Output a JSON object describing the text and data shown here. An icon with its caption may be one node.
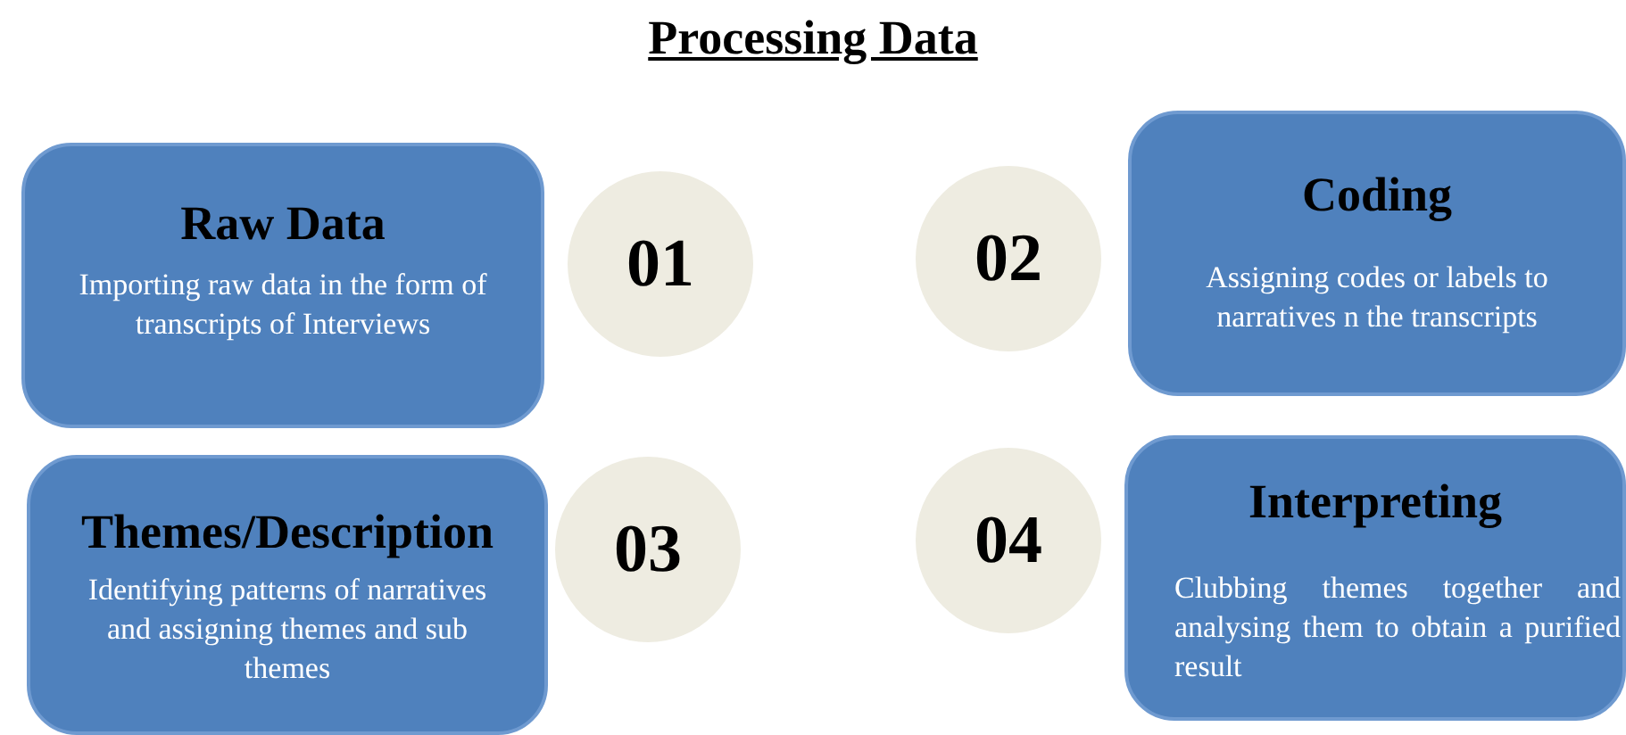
{
  "diagram": {
    "title": "Processing Data",
    "nodes": [
      {
        "text": [
          "Raw Data",
          "Importing raw data in the form of transcripts of Interviews"
        ]
      },
      {
        "text": [
          "01"
        ]
      },
      {
        "text": [
          "02"
        ]
      },
      {
        "text": [
          "Coding",
          "Assigning codes or labels to narratives n the transcripts"
        ]
      },
      {
        "text": [
          "Themes/Description",
          "Identifying patterns of narratives and assigning themes and sub themes"
        ]
      },
      {
        "text": [
          "03"
        ]
      },
      {
        "text": [
          "04"
        ]
      },
      {
        "text": [
          "Interpreting",
          "Clubbing themes together and analysing them to obtain a purified result"
        ]
      }
    ],
    "edges": []
  }
}
